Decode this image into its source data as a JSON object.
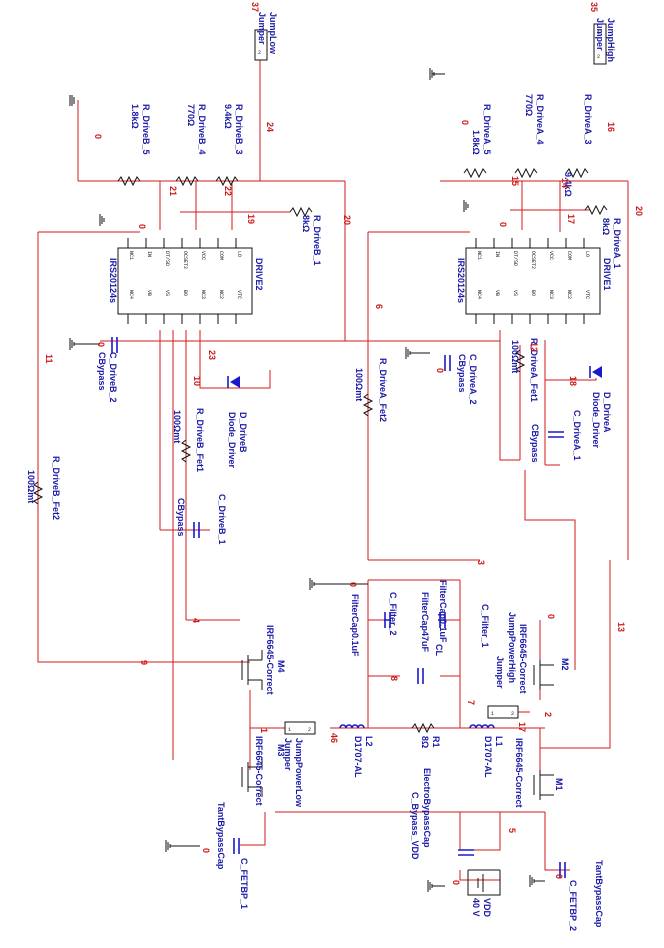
{
  "colors": {
    "wire": "#d21b1b",
    "label": "#1a1aa8",
    "net": "#cc1a1a",
    "body": "#111111",
    "background": "#ffffff"
  },
  "drivers": [
    {
      "name": "DRIVE1",
      "part": "IRS20124s"
    },
    {
      "name": "DRIVE2",
      "part": "IRS20124s"
    }
  ],
  "driver_pins": {
    "top": [
      "LO",
      "COM",
      "VCC",
      "OCSET2",
      "DT/SD",
      "IN",
      "NC1"
    ],
    "bottom": [
      "VTC",
      "NC2",
      "NC3",
      "BO",
      "VS",
      "VB",
      "NC4"
    ]
  },
  "components": {
    "jump_low": {
      "name": "JumpLow",
      "part": "Jumper"
    },
    "jump_high": {
      "name": "JumpHigh",
      "part": "Jumper"
    },
    "r_driveb_5": {
      "name": "R_DriveB_5",
      "value": "1.8kΩ"
    },
    "r_driveb_4": {
      "name": "R_DriveB_4",
      "value": "770Ω"
    },
    "r_driveb_3": {
      "name": "R_DriveB_3",
      "value": "9.4kΩ"
    },
    "r_driveb_1": {
      "name": "R_DriveB_1",
      "value": "8kΩ"
    },
    "r_drivea_5": {
      "name": "R_DriveA_5",
      "value": "1.8kΩ"
    },
    "r_drivea_4": {
      "name": "R_DriveA_4",
      "value": "770Ω"
    },
    "r_drivea_3": {
      "name": "R_DriveA_3",
      "value": "9.4kΩ"
    },
    "r_drivea_1": {
      "name": "R_DriveA_1",
      "value": "8kΩ"
    },
    "c_driveb_2": {
      "name": "C_DriveB_2",
      "part": "CBypass"
    },
    "c_drivea_2": {
      "name": "C_DriveA_2",
      "part": "CBypass"
    },
    "c_drivea_1": {
      "name": "C_DriveA_1",
      "part": "CBypass"
    },
    "c_driveb_1": {
      "name": "C_DriveB_1",
      "part": "CBypass"
    },
    "d_driveb": {
      "name": "D_DriveB",
      "part": "Diode_Driver"
    },
    "d_drivea": {
      "name": "D_DriveA",
      "part": "Diode_Driver"
    },
    "r_driveb_fet1": {
      "name": "R_DriveB_Fet1",
      "value": "100Ωmt"
    },
    "r_driveb_fet2": {
      "name": "R_DriveB_Fet2",
      "value": "100Ωmt"
    },
    "r_drivea_fet1": {
      "name": "R_DriveA_Fet1",
      "value": "100Ωmt"
    },
    "r_drivea_fet2": {
      "name": "R_DriveA_Fet2",
      "value": "100Ωmt"
    },
    "c_filter_1": {
      "name": "C_Filter_1",
      "part": "FilterCap0.1uF"
    },
    "c_filter_2": {
      "name": "C_Filter_2",
      "part": "FilterCap0.1uF"
    },
    "cl": {
      "name": "CL",
      "part": "FilterCap47uF"
    },
    "m1": {
      "name": "M1",
      "part": "IRF6645-Correct"
    },
    "m2": {
      "name": "M2",
      "part": "IRF6645-Correct"
    },
    "m3": {
      "name": "M3",
      "part": "IRF6645-Correct"
    },
    "m4": {
      "name": "M4",
      "part": "IRF6645-Correct"
    },
    "jump_power_high": {
      "name": "JumpPowerHigh",
      "part": "Jumper"
    },
    "jump_power_low": {
      "name": "JumpPowerLow",
      "part": "Jumper"
    },
    "l1": {
      "name": "L1",
      "part": "D1707-AL"
    },
    "l2": {
      "name": "L2",
      "part": "D1707-AL"
    },
    "r1": {
      "name": "R1",
      "value": "8Ω"
    },
    "c_bypass_vdd": {
      "name": "C_Bypass_VDD",
      "part": "ElectroBypassCap"
    },
    "vdd": {
      "name": "VDD",
      "value": "40 V"
    },
    "c_fetbp_1": {
      "name": "C_FETBP_1",
      "part": "TantBypassCap"
    },
    "c_fetbp_2": {
      "name": "C_FETBP_2",
      "part": "TantBypassCap"
    }
  },
  "net_labels": {
    "n37": "37",
    "n35": "35",
    "n24": "24",
    "n16": "16",
    "n0": "0",
    "n21": "21",
    "n22": "22",
    "n15": "15",
    "n14": "14",
    "n19": "19",
    "n20": "20",
    "n17": "17",
    "n6": "6",
    "n11": "11",
    "n23": "23",
    "n10": "10",
    "n12": "12",
    "n18": "18",
    "n3": "3",
    "n4": "4",
    "n9": "9",
    "n8": "8",
    "n7": "7",
    "n13": "13",
    "n1": "1",
    "n2": "2",
    "n46": "46",
    "n5": "5"
  },
  "jumper_pins": {
    "p1": "1",
    "p2": "2"
  }
}
